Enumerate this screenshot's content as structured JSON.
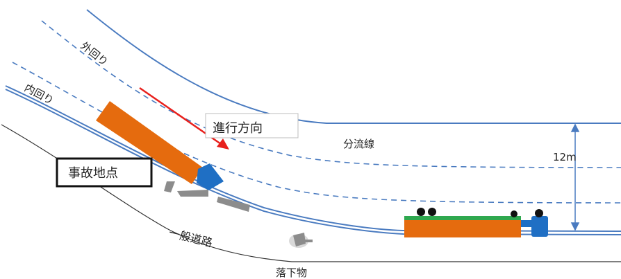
{
  "labels": {
    "outer_lane": "外回り",
    "inner_lane": "内回り",
    "direction": "進行方向",
    "branch_line": "分流線",
    "width": "12m",
    "accident_site": "事故地点",
    "local_road": "一般道路",
    "fallen_object": "落下物"
  },
  "colors": {
    "road_line": "#4a7bc0",
    "arrow": "#e8201c",
    "truck_body": "#e56b0e",
    "truck_cab": "#1f6fc4",
    "flatbed_green": "#2fa84f",
    "debris": "#8c8c8c"
  }
}
